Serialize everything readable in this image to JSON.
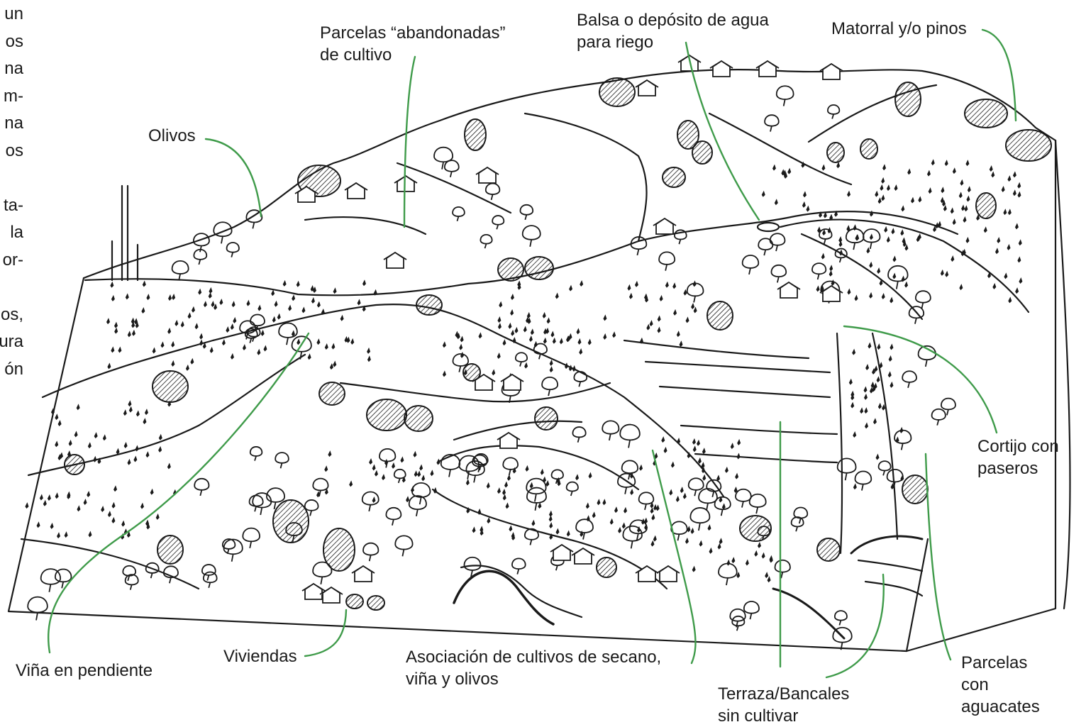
{
  "left_text_fragments": [
    "un",
    "os",
    "na",
    "m-",
    "na",
    "os",
    "",
    "ta-",
    "la",
    "or-",
    "",
    "os,",
    "ura",
    "ón"
  ],
  "labels": {
    "olivos": "Olivos",
    "parcelas_abandonadas": [
      "Parcelas “abandonadas”",
      "de cultivo"
    ],
    "balsa": [
      "Balsa o depósito de agua",
      "para riego"
    ],
    "matorral": "Matorral y/o pinos",
    "cortijo": [
      "Cortijo con",
      "paseros"
    ],
    "vina_pendiente": "Viña en pendiente",
    "viviendas": "Viviendas",
    "asociacion": [
      "Asociación de cultivos de secano,",
      "viña y olivos"
    ],
    "terraza": [
      "Terraza/Bancales",
      "sin cultivar"
    ],
    "parcelas_aguacates": [
      "Parcelas",
      "con",
      "aguacates"
    ]
  },
  "colors": {
    "ink": "#1a1a1a",
    "leader_line": "#3f9b4a",
    "background": "#ffffff"
  }
}
